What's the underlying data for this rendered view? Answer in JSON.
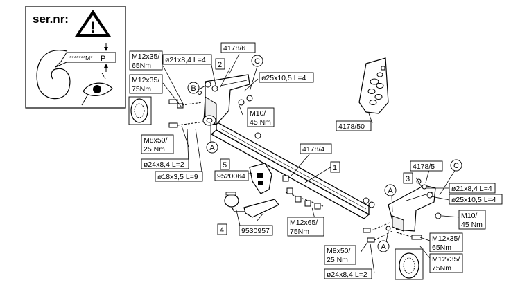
{
  "inset": {
    "title": "ser.nr:",
    "plate_code": "*******M*",
    "plate_letter": "P",
    "warning_glyph": "!"
  },
  "labels": {
    "m12x35_65_tl": [
      "M12x35/",
      "65Nm"
    ],
    "m12x35_75_tl": [
      "M12x35/",
      "75Nm"
    ],
    "d21_tl": "ø21x8,4 L=4",
    "d25_tl": "ø25x10,5 L=4",
    "m10_tl": [
      "M10/",
      "45 Nm"
    ],
    "m8x50_tl": [
      "M8x50/",
      "25 Nm"
    ],
    "d24_tl": "ø24x8,4 L=2",
    "d18": "ø18x3,5 L=9",
    "ref_4178_6": "4178/6",
    "ref_4178_50": "4178/50",
    "ref_4178_4": "4178/4",
    "ref_9520064": "9520064",
    "ref_9530957": "9530957",
    "m12x65": [
      "M12x65/",
      "75Nm"
    ],
    "ref_4178_5": "4178/5",
    "d21_r": "ø21x8,4 L=4",
    "d25_r": "ø25x10,5 L=4",
    "m10_r": [
      "M10/",
      "45 Nm"
    ],
    "m12x35_65_r": [
      "M12x35/",
      "65Nm"
    ],
    "m12x35_75_r": [
      "M12x35/",
      "75Nm"
    ],
    "m8x50_b": [
      "M8x50/",
      "25 Nm"
    ],
    "d24_b": "ø24x8,4 L=2"
  },
  "items": {
    "n1": "1",
    "n2": "2",
    "n3": "3",
    "n4": "4",
    "n5": "5"
  },
  "points": {
    "a1": "A",
    "a2": "A",
    "a3": "A",
    "b1": "B",
    "c1": "C",
    "c2": "C"
  }
}
